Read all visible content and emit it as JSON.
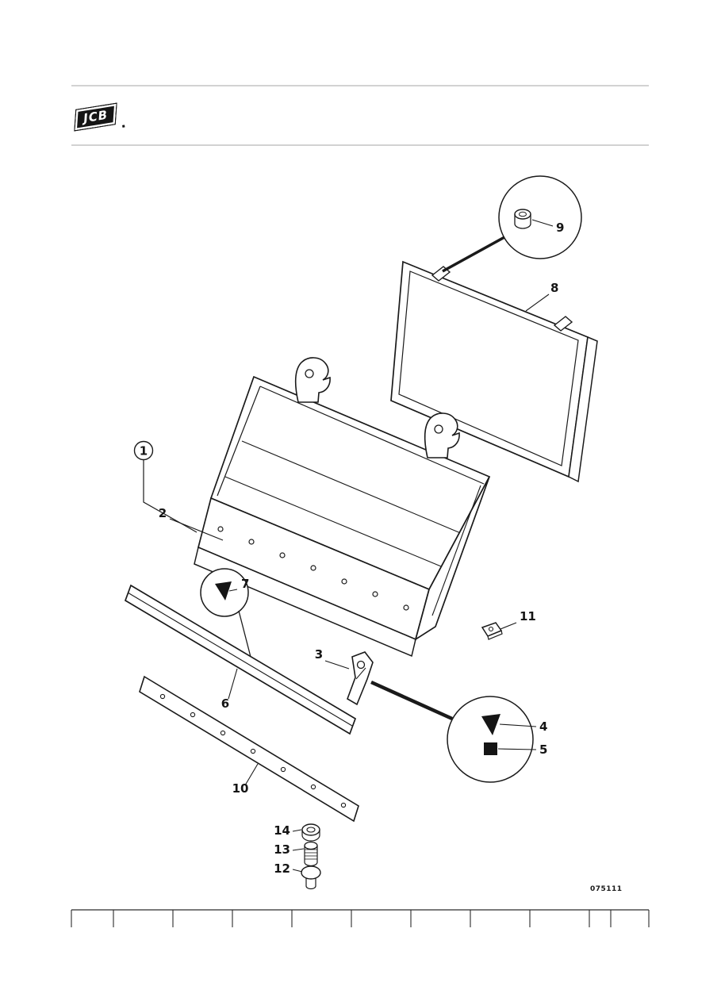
{
  "page": {
    "brand": "JCB",
    "figure_code": "075111"
  },
  "callouts": {
    "c1": "1",
    "c2": "2",
    "c3": "3",
    "c4": "4",
    "c5": "5",
    "c6": "6",
    "c7": "7",
    "c8": "8",
    "c9": "9",
    "c10": "10",
    "c11": "11",
    "c12": "12",
    "c13": "13",
    "c14": "14"
  },
  "colors": {
    "ink": "#1a1a1a",
    "rule": "#c4c4c4"
  }
}
